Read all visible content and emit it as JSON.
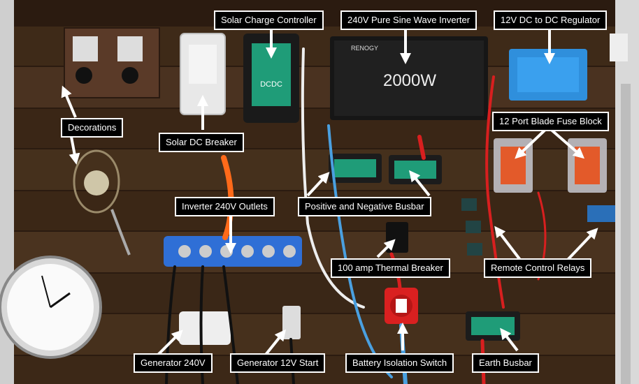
{
  "labels": {
    "solar_charge_controller": "Solar Charge Controller",
    "inverter": "240V Pure Sine Wave Inverter",
    "dc_regulator": "12V DC to DC Regulator",
    "decorations": "Decorations",
    "solar_dc_breaker": "Solar DC Breaker",
    "fuse_block": "12 Port Blade Fuse Block",
    "inverter_outlets": "Inverter 240V Outlets",
    "busbar": "Positive and Negative Busbar",
    "thermal_breaker": "100 amp Thermal Breaker",
    "relays": "Remote Control Relays",
    "generator_240v": "Generator 240V",
    "generator_12v": "Generator 12V Start",
    "isolation_switch": "Battery Isolation Switch",
    "earth_busbar": "Earth Busbar"
  },
  "device_text": {
    "inverter_power": "2000W",
    "inverter_brand": "RENOGY",
    "controller_brand": "DCDC"
  },
  "colors": {
    "label_bg": "#000000",
    "label_text": "#ffffff",
    "arrow": "#ffffff",
    "wood": "#3b2616",
    "cable_red": "#d81f1f",
    "cable_orange": "#ff6a1a",
    "cable_blue": "#4aa0e0",
    "outlet_blue": "#2f6fd6",
    "controller_green": "#1f9c78",
    "regulator_blue": "#2f8fdc"
  }
}
